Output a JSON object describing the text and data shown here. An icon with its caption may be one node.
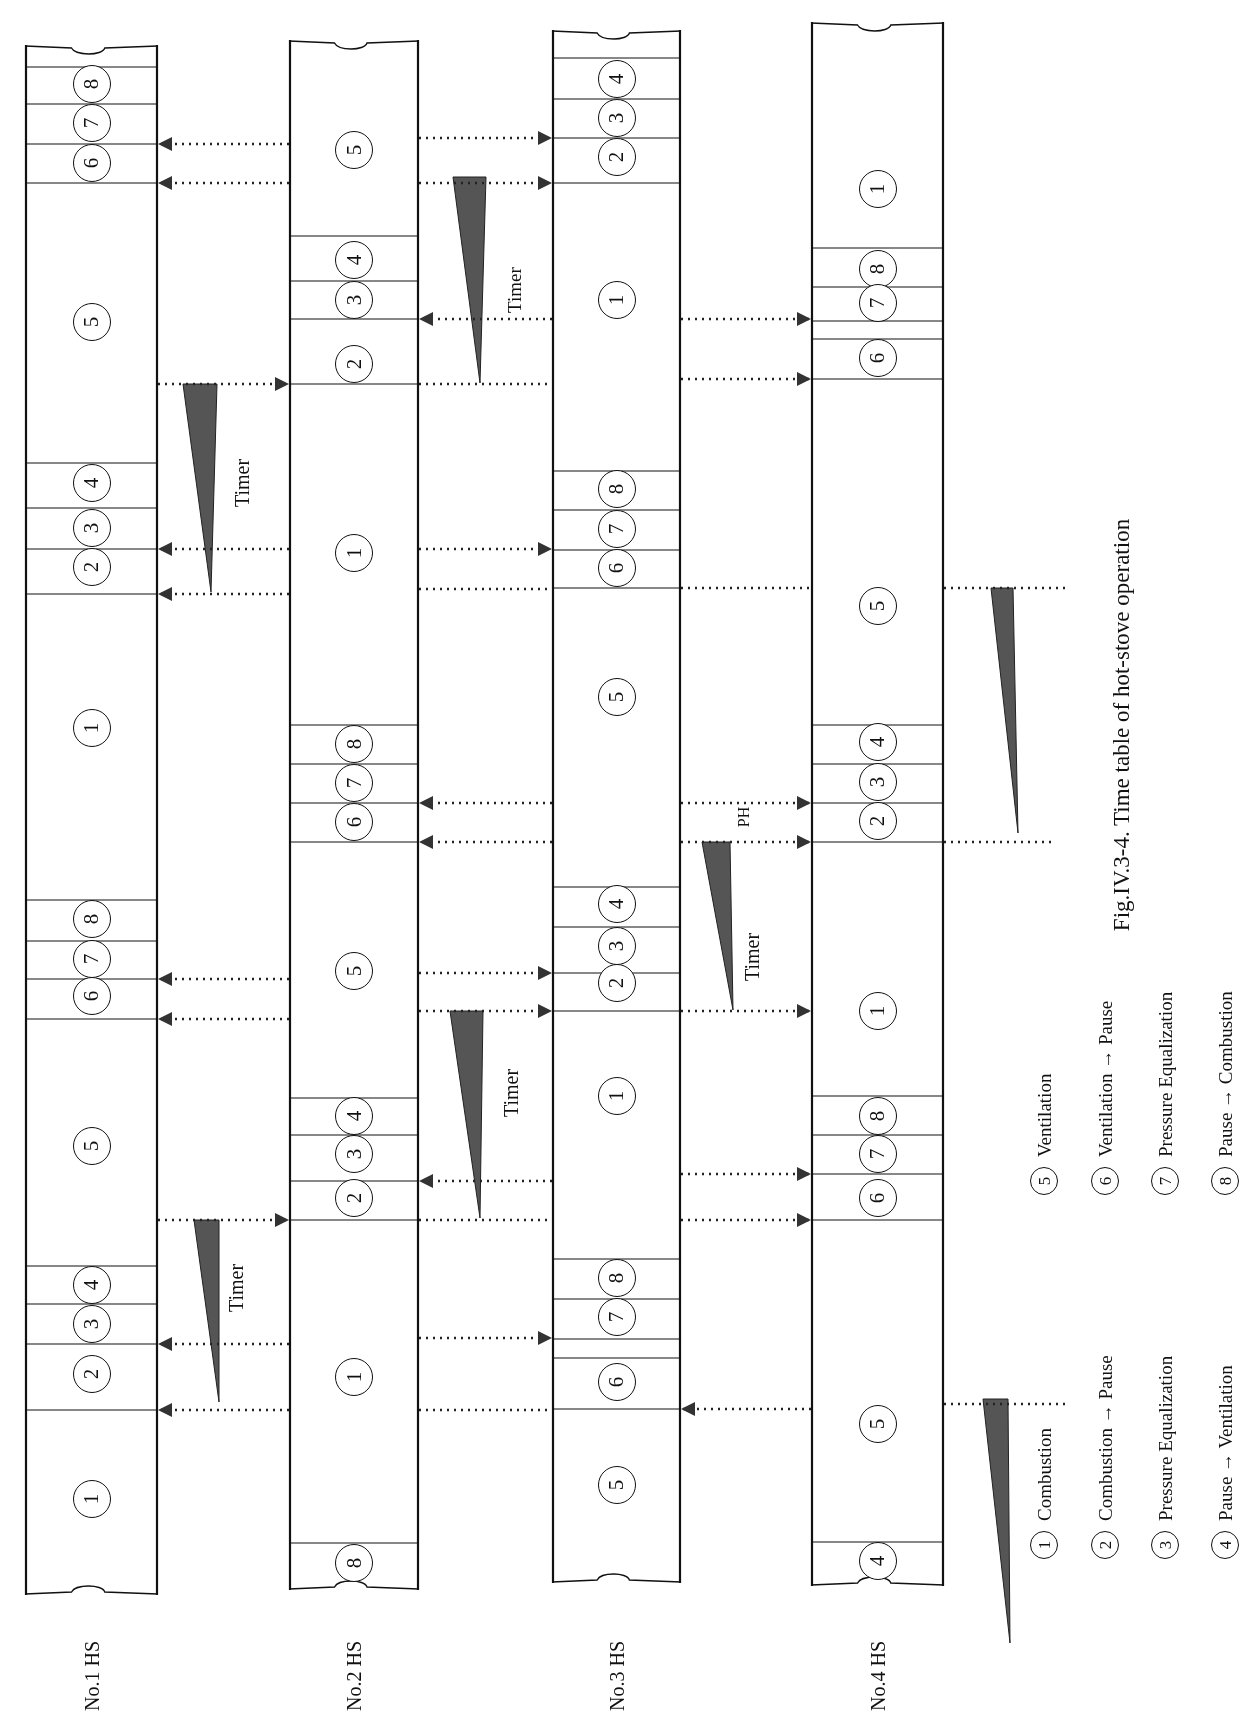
{
  "diagram": {
    "caption": "Fig.IV.3-4. Time table of hot-stove operation",
    "nodes": [
      {
        "text": [
          "No.1 HS"
        ]
      },
      {
        "text": [
          "8"
        ],
        "in": 0
      },
      {
        "text": [
          "7"
        ],
        "in": 0
      },
      {
        "text": [
          "6"
        ],
        "in": 0
      },
      {
        "text": [
          "5"
        ],
        "in": 0
      },
      {
        "text": [
          "4"
        ],
        "in": 0
      },
      {
        "text": [
          "3"
        ],
        "in": 0
      },
      {
        "text": [
          "2"
        ],
        "in": 0
      },
      {
        "text": [
          "1"
        ],
        "in": 0
      },
      {
        "text": [
          "8"
        ],
        "in": 0
      },
      {
        "text": [
          "7"
        ],
        "in": 0
      },
      {
        "text": [
          "6"
        ],
        "in": 0
      },
      {
        "text": [
          "5"
        ],
        "in": 0
      },
      {
        "text": [
          "4"
        ],
        "in": 0
      },
      {
        "text": [
          "3"
        ],
        "in": 0
      },
      {
        "text": [
          "2"
        ],
        "in": 0
      },
      {
        "text": [
          "1"
        ],
        "in": 0
      },
      {
        "text": [
          "No.2 HS"
        ]
      },
      {
        "text": [
          "5"
        ],
        "in": 17
      },
      {
        "text": [
          "4"
        ],
        "in": 17
      },
      {
        "text": [
          "3"
        ],
        "in": 17
      },
      {
        "text": [
          "2"
        ],
        "in": 17
      },
      {
        "text": [
          "1"
        ],
        "in": 17
      },
      {
        "text": [
          "8"
        ],
        "in": 17
      },
      {
        "text": [
          "7"
        ],
        "in": 17
      },
      {
        "text": [
          "6"
        ],
        "in": 17
      },
      {
        "text": [
          "5"
        ],
        "in": 17
      },
      {
        "text": [
          "4"
        ],
        "in": 17
      },
      {
        "text": [
          "3"
        ],
        "in": 17
      },
      {
        "text": [
          "2"
        ],
        "in": 17
      },
      {
        "text": [
          "1"
        ],
        "in": 17
      },
      {
        "text": [
          "8"
        ],
        "in": 17
      },
      {
        "text": [
          "No.3 HS"
        ]
      },
      {
        "text": [
          "4"
        ],
        "in": 32
      },
      {
        "text": [
          "3"
        ],
        "in": 32
      },
      {
        "text": [
          "2"
        ],
        "in": 32
      },
      {
        "text": [
          "1"
        ],
        "in": 32
      },
      {
        "text": [
          "8"
        ],
        "in": 32
      },
      {
        "text": [
          "7"
        ],
        "in": 32
      },
      {
        "text": [
          "6"
        ],
        "in": 32
      },
      {
        "text": [
          "5"
        ],
        "in": 32
      },
      {
        "text": [
          "4"
        ],
        "in": 32
      },
      {
        "text": [
          "3"
        ],
        "in": 32
      },
      {
        "text": [
          "2"
        ],
        "in": 32
      },
      {
        "text": [
          "1"
        ],
        "in": 32
      },
      {
        "text": [
          "8"
        ],
        "in": 32
      },
      {
        "text": [
          "7"
        ],
        "in": 32
      },
      {
        "text": [
          "6"
        ],
        "in": 32
      },
      {
        "text": [
          "5"
        ],
        "in": 32
      },
      {
        "text": [
          "No.4 HS"
        ]
      },
      {
        "text": [
          "1"
        ],
        "in": 49
      },
      {
        "text": [
          "8"
        ],
        "in": 49
      },
      {
        "text": [
          "7"
        ],
        "in": 49
      },
      {
        "text": [
          "6"
        ],
        "in": 49
      },
      {
        "text": [
          "5"
        ],
        "in": 49
      },
      {
        "text": [
          "4"
        ],
        "in": 49
      },
      {
        "text": [
          "3"
        ],
        "in": 49
      },
      {
        "text": [
          "2"
        ],
        "in": 49
      },
      {
        "text": [
          "1"
        ],
        "in": 49
      },
      {
        "text": [
          "8"
        ],
        "in": 49
      },
      {
        "text": [
          "7"
        ],
        "in": 49
      },
      {
        "text": [
          "6"
        ],
        "in": 49
      },
      {
        "text": [
          "5"
        ],
        "in": 49
      },
      {
        "text": [
          "4"
        ],
        "in": 49
      },
      {
        "text": [
          "1"
        ],
        "beside": [
          "Combustion"
        ]
      },
      {
        "text": [
          "2"
        ],
        "beside": [
          "Combustion → Pause"
        ]
      },
      {
        "text": [
          "3"
        ],
        "beside": [
          "Pressure Equalization"
        ]
      },
      {
        "text": [
          "4"
        ],
        "beside": [
          "Pause → Ventilation"
        ]
      },
      {
        "text": [
          "5"
        ],
        "beside": [
          "Ventilation"
        ]
      },
      {
        "text": [
          "6"
        ],
        "beside": [
          "Ventilation → Pause"
        ]
      },
      {
        "text": [
          "7"
        ],
        "beside": [
          "Pressure Equalization"
        ]
      },
      {
        "text": [
          "8"
        ],
        "beside": [
          "Pause → Combustion"
        ]
      }
    ],
    "edges": [
      {
        "from": 17,
        "to": 0,
        "arrow": "to"
      },
      {
        "from": 17,
        "to": 0,
        "arrow": "to"
      },
      {
        "from": 0,
        "to": 17,
        "arrow": "to"
      },
      {
        "from": 17,
        "to": 0,
        "arrow": "to"
      },
      {
        "from": 17,
        "to": 0,
        "arrow": "to"
      },
      {
        "from": 17,
        "to": 0,
        "arrow": "to"
      },
      {
        "from": 17,
        "to": 0,
        "arrow": "to"
      },
      {
        "from": 0,
        "to": 17,
        "arrow": "to"
      },
      {
        "from": 17,
        "to": 0,
        "arrow": "to"
      },
      {
        "from": 17,
        "to": 0,
        "arrow": "to"
      },
      {
        "from": 17,
        "to": 32,
        "arrow": "to"
      },
      {
        "from": 17,
        "to": 32,
        "arrow": "to"
      },
      {
        "from": 32,
        "to": 17,
        "arrow": "to"
      },
      {
        "from": 17,
        "to": 32,
        "arrow": "none"
      },
      {
        "from": 17,
        "to": 32,
        "arrow": "to"
      },
      {
        "from": 17,
        "to": 32,
        "arrow": "none"
      },
      {
        "from": 32,
        "to": 17,
        "arrow": "to"
      },
      {
        "from": 32,
        "to": 17,
        "arrow": "to"
      },
      {
        "from": 17,
        "to": 32,
        "arrow": "to"
      },
      {
        "from": 17,
        "to": 32,
        "arrow": "to"
      },
      {
        "from": 32,
        "to": 17,
        "arrow": "to"
      },
      {
        "from": 17,
        "to": 32,
        "arrow": "none"
      },
      {
        "from": 17,
        "to": 32,
        "arrow": "to"
      },
      {
        "from": 17,
        "to": 32,
        "arrow": "none"
      },
      {
        "from": 32,
        "to": 49,
        "arrow": "to"
      },
      {
        "from": 32,
        "to": 49,
        "arrow": "to"
      },
      {
        "from": 32,
        "to": 49,
        "arrow": "none"
      },
      {
        "from": 32,
        "to": 49,
        "arrow": "to"
      },
      {
        "from": 32,
        "to": 49,
        "arrow": "to"
      },
      {
        "from": 32,
        "to": 49,
        "arrow": "to"
      },
      {
        "from": 32,
        "to": 49,
        "arrow": "to"
      },
      {
        "from": 32,
        "to": 49,
        "arrow": "to"
      },
      {
        "from": 49,
        "to": 32,
        "arrow": "to"
      }
    ],
    "labels": [
      "Timer",
      "Timer",
      "Timer",
      "Timer",
      "Timer",
      "PH"
    ]
  }
}
